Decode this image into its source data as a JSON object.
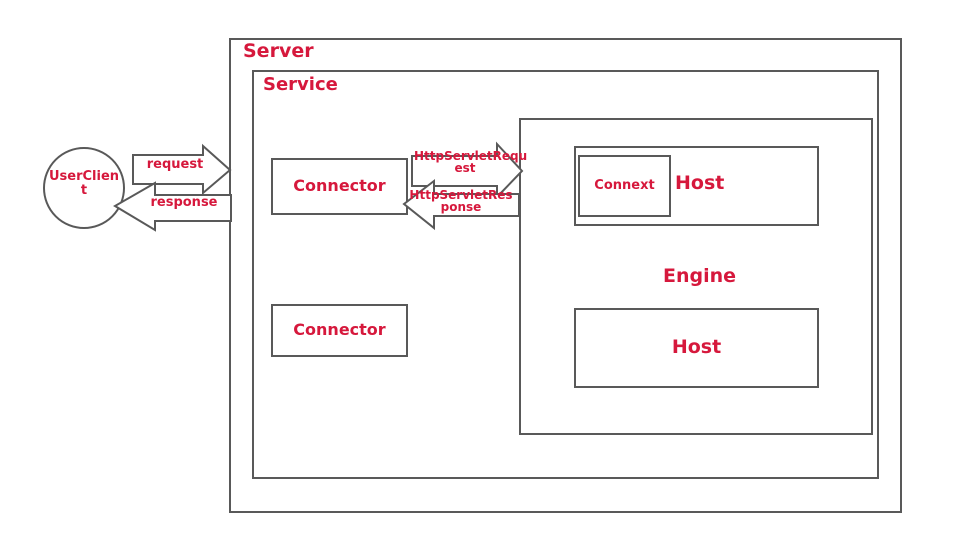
{
  "diagram": {
    "title_semantic": "tomcat-architecture-diagram",
    "colors": {
      "text_red": "#D6183C",
      "stroke_gray": "#595959",
      "background": "#FFFFFF"
    },
    "containers": {
      "server": {
        "label": "Server"
      },
      "service": {
        "label": "Service"
      },
      "engine": {
        "label": "Engine"
      }
    },
    "nodes": {
      "user_client": {
        "label": "UserClien\nt"
      },
      "connector_top": {
        "label": "Connector"
      },
      "connector_bottom": {
        "label": "Connector"
      },
      "host_top": {
        "label": "Host"
      },
      "host_bottom": {
        "label": "Host"
      },
      "connext": {
        "label": "Connext"
      }
    },
    "arrows": {
      "request": {
        "label": "request",
        "direction": "right"
      },
      "response": {
        "label": "response",
        "direction": "left"
      },
      "http_servlet_request": {
        "label": "HttpServletRequ\nest",
        "direction": "right"
      },
      "http_servlet_response": {
        "label": "HttpServletRes\nponse",
        "direction": "left"
      }
    }
  }
}
